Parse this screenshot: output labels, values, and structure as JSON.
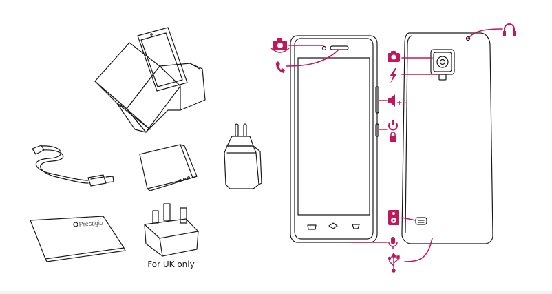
{
  "caption_uk": "For UK only",
  "battery_brand": "Prestigio",
  "volume_label": "+/-",
  "colors": {
    "accent": "#c2185b",
    "line": "#1a1a1a",
    "paper": "#ffffff"
  },
  "components": [
    {
      "icon": "phone-in-box"
    },
    {
      "icon": "usb-cable"
    },
    {
      "icon": "battery"
    },
    {
      "icon": "eu-charger"
    },
    {
      "icon": "quick-guide"
    },
    {
      "icon": "uk-charger"
    }
  ],
  "callouts_front": [
    {
      "icon": "front-camera-icon"
    },
    {
      "icon": "earpiece-icon"
    },
    {
      "icon": "volume-icon"
    },
    {
      "icon": "power-icon"
    },
    {
      "icon": "lock-icon"
    },
    {
      "icon": "microphone-icon"
    }
  ],
  "callouts_back": [
    {
      "icon": "headphone-icon"
    },
    {
      "icon": "rear-camera-icon"
    },
    {
      "icon": "flash-icon"
    },
    {
      "icon": "speaker-icon"
    },
    {
      "icon": "usb-icon"
    }
  ]
}
